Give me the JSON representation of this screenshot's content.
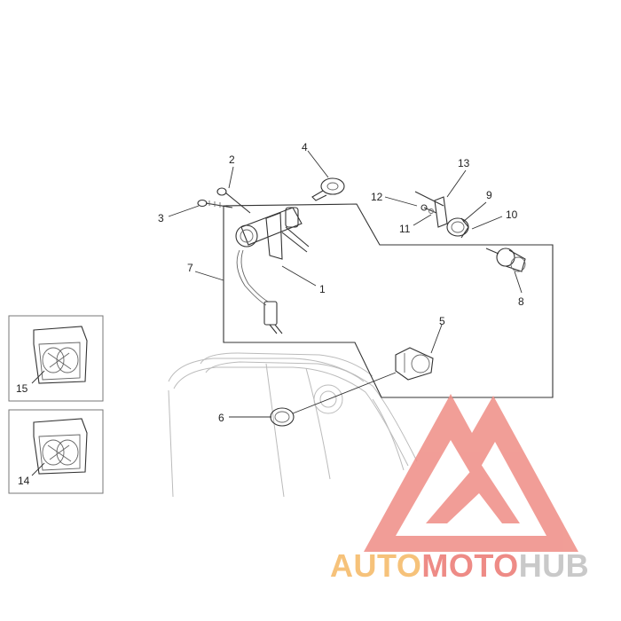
{
  "callouts": {
    "c1": "1",
    "c2": "2",
    "c3": "3",
    "c4": "4",
    "c5": "5",
    "c6": "6",
    "c7": "7",
    "c8": "8",
    "c9": "9",
    "c10": "10",
    "c11": "11",
    "c12": "12",
    "c13": "13",
    "c14": "14",
    "c15": "15"
  },
  "watermark": {
    "part1": "AUTO",
    "part2": "MOTO",
    "part3": "HUB",
    "color1": "#f6c27a",
    "color2": "#ee8b86",
    "color3": "#c9c9c9",
    "logo_color": "#ef8d85"
  }
}
